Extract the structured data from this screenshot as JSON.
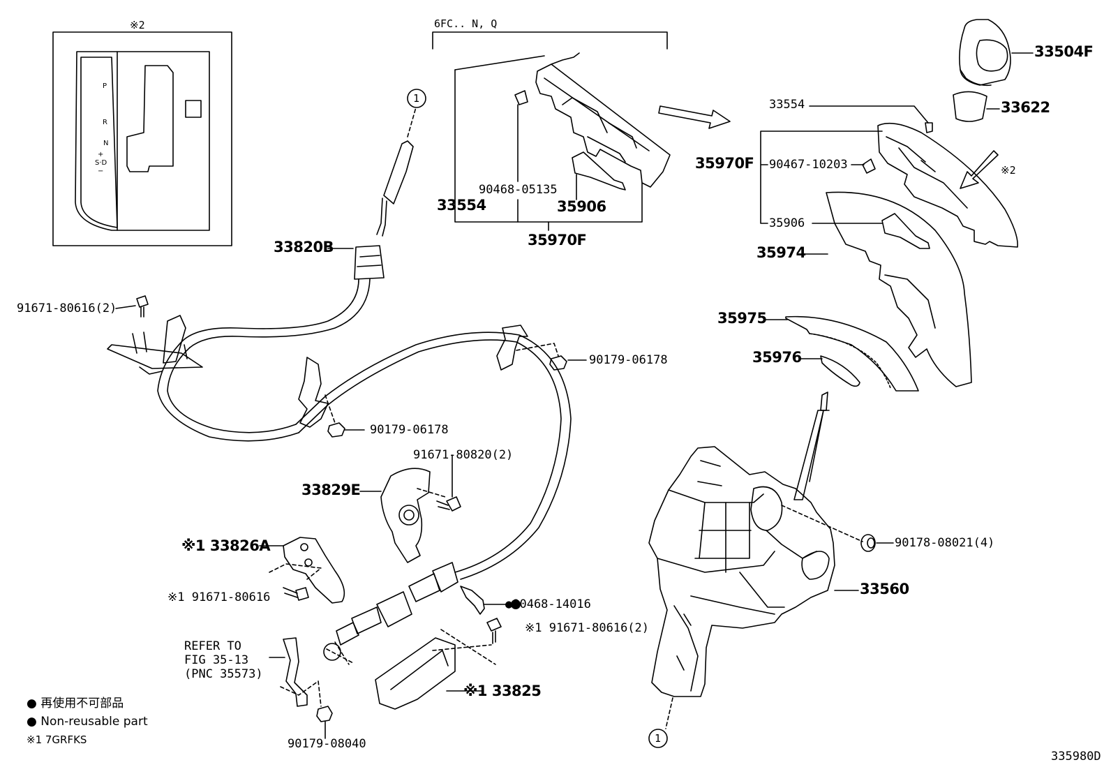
{
  "figure_id": "335980D",
  "callout_circle": "1",
  "inset": {
    "note_mark": "※2",
    "gear_letters": [
      "P",
      "R",
      "N",
      "+",
      "S·D",
      "−"
    ]
  },
  "variant_label": "6FC.. N, Q",
  "labels": {
    "p33504F": "33504F",
    "p33622": "33622",
    "p33554_top": "33554",
    "p35970F_right": "35970F",
    "p90467_10203": "90467-10203",
    "note2_right": "※2",
    "p35906_right": "35906",
    "p35974": "35974",
    "p35975": "35975",
    "p35976": "35976",
    "p90468_05135": "90468-05135",
    "p33554_left": "33554",
    "p35906_mid": "35906",
    "p35970F_bottom": "35970F",
    "p33820B": "33820B",
    "p91671_80616_2": "91671-80616(2)",
    "p90179_06178_a": "90179-06178",
    "p90179_06178_b": "90179-06178",
    "p91671_80820_2": "91671-80820(2)",
    "p33829E": "33829E",
    "p33826A": "※1 33826A",
    "p91671_80616_b": "※1 91671-80616",
    "p90468_14016": "●90468-14016",
    "p91671_80616_c": "※1 91671-80616(2)",
    "p33825": "※1 33825",
    "p90178_08021": "90178-08021(4)",
    "p33560": "33560",
    "p90179_08040": "90179-08040",
    "refer_1": "REFER TO",
    "refer_2": "FIG 35-13",
    "refer_3": "(PNC 35573)"
  },
  "legend": {
    "jp": "● 再使用不可部品",
    "en": "● Non-reusable part",
    "note1": "※1  7GRFKS"
  }
}
